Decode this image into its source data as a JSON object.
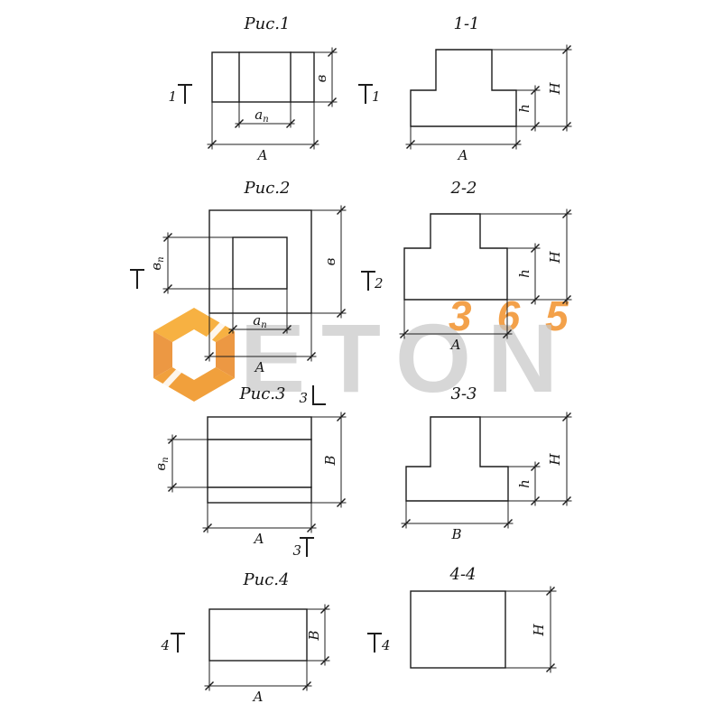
{
  "colors": {
    "line": "#1c1c1c",
    "accent_orange": "#f08a1d",
    "watermark_gray": "#c8c8c8",
    "background": "#ffffff"
  },
  "watermark": {
    "brand": "ETON",
    "number": "365"
  },
  "fig1": {
    "plan": {
      "title": "Рис.1",
      "cut_number": "1",
      "dim_inner_base": "а",
      "dim_inner_sub": "п",
      "dim_width": "А",
      "dim_height": "в"
    },
    "section": {
      "title": "1-1",
      "dim_width": "А",
      "dim_flange": "h",
      "dim_total": "Н"
    }
  },
  "fig2": {
    "plan": {
      "title": "Рис.2",
      "cut_number": "2",
      "dim_inner_height_base": "в",
      "dim_inner_height_sub": "п",
      "dim_inner_width_base": "а",
      "dim_inner_width_sub": "п",
      "dim_width": "А",
      "dim_height": "в"
    },
    "section": {
      "title": "2-2",
      "dim_width": "А",
      "dim_flange": "h",
      "dim_total": "Н"
    }
  },
  "fig3": {
    "plan": {
      "title": "Рис.3",
      "cut_number": "3",
      "dim_inner_base": "в",
      "dim_inner_sub": "п",
      "dim_width": "А",
      "dim_height": "В"
    },
    "section": {
      "title": "3-3",
      "dim_width": "В",
      "dim_flange": "h",
      "dim_total": "Н"
    }
  },
  "fig4": {
    "plan": {
      "title": "Рис.4",
      "cut_number": "4",
      "dim_width": "А",
      "dim_height": "В"
    },
    "section": {
      "title": "4-4",
      "dim_total": "Н"
    }
  }
}
